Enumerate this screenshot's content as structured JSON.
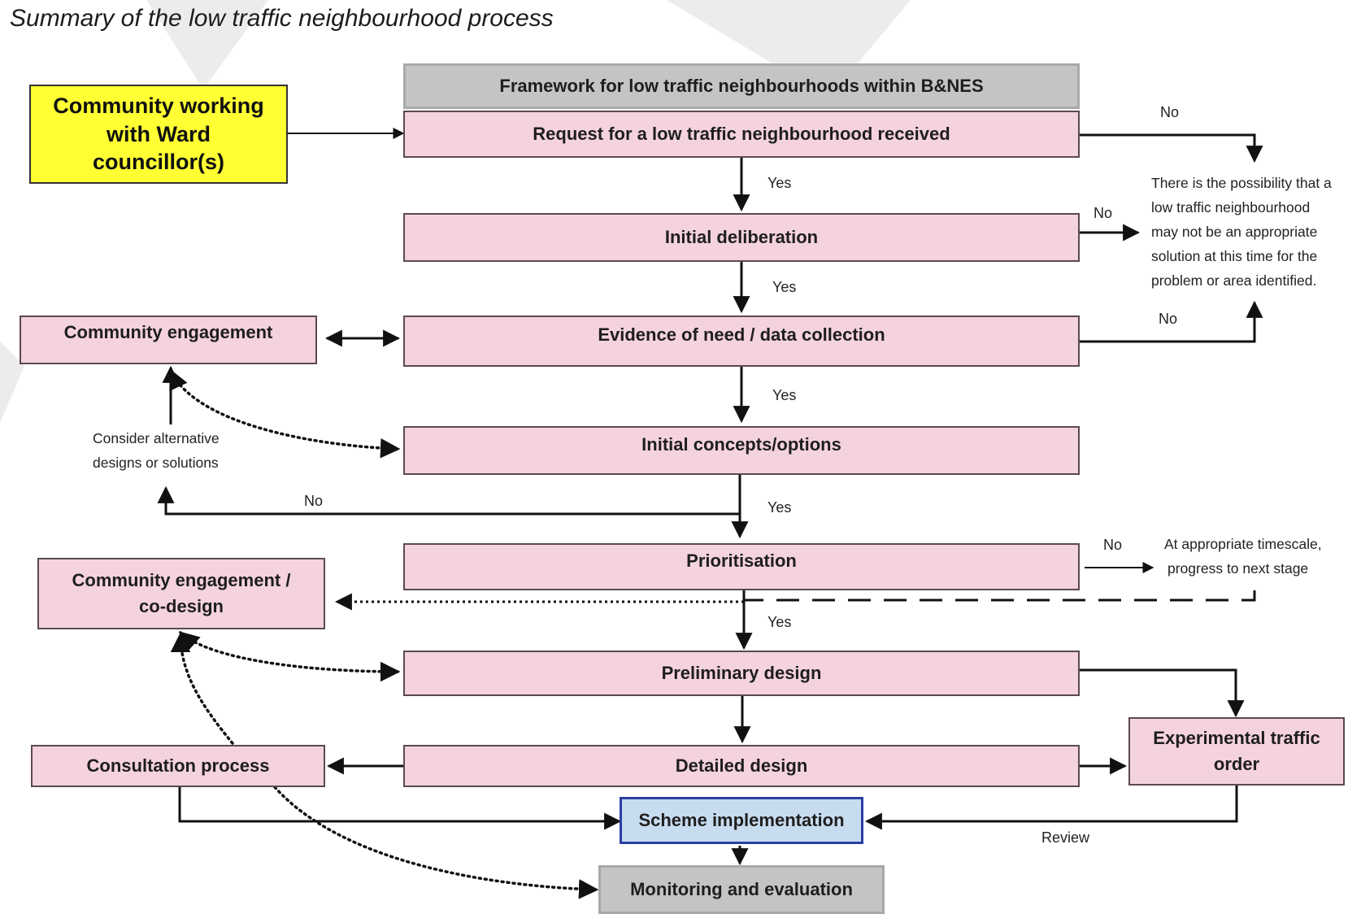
{
  "title": "Summary of the low traffic neighbourhood process",
  "boxes": {
    "framework": "Framework for low traffic neighbourhoods within B&NES",
    "community_ward": "Community working with Ward councillor(s)",
    "request": "Request for a low traffic neighbourhood received",
    "initial_deliberation": "Initial deliberation",
    "community_engagement": "Community engagement",
    "evidence": "Evidence of need / data collection",
    "initial_concepts": "Initial concepts/options",
    "prioritisation": "Prioritisation",
    "community_codesign_line1": "Community engagement /",
    "community_codesign_line2": "co-design",
    "preliminary_design": "Preliminary design",
    "experimental_line1": "Experimental traffic",
    "experimental_line2": "order",
    "consultation": "Consultation process",
    "detailed_design": "Detailed design",
    "scheme_implementation": "Scheme implementation",
    "monitoring": "Monitoring and evaluation"
  },
  "notes": {
    "not_appropriate_l1": "There is the possibility that a",
    "not_appropriate_l2": "low traffic neighbourhood",
    "not_appropriate_l3": "may not be an appropriate",
    "not_appropriate_l4": "solution at this time for the",
    "not_appropriate_l5": "problem or area identified.",
    "alternative_l1": "Consider alternative",
    "alternative_l2": "designs or solutions",
    "timescale_l1": "At appropriate timescale,",
    "timescale_l2": "progress to next stage"
  },
  "labels": {
    "yes": "Yes",
    "no": "No",
    "review": "Review"
  }
}
